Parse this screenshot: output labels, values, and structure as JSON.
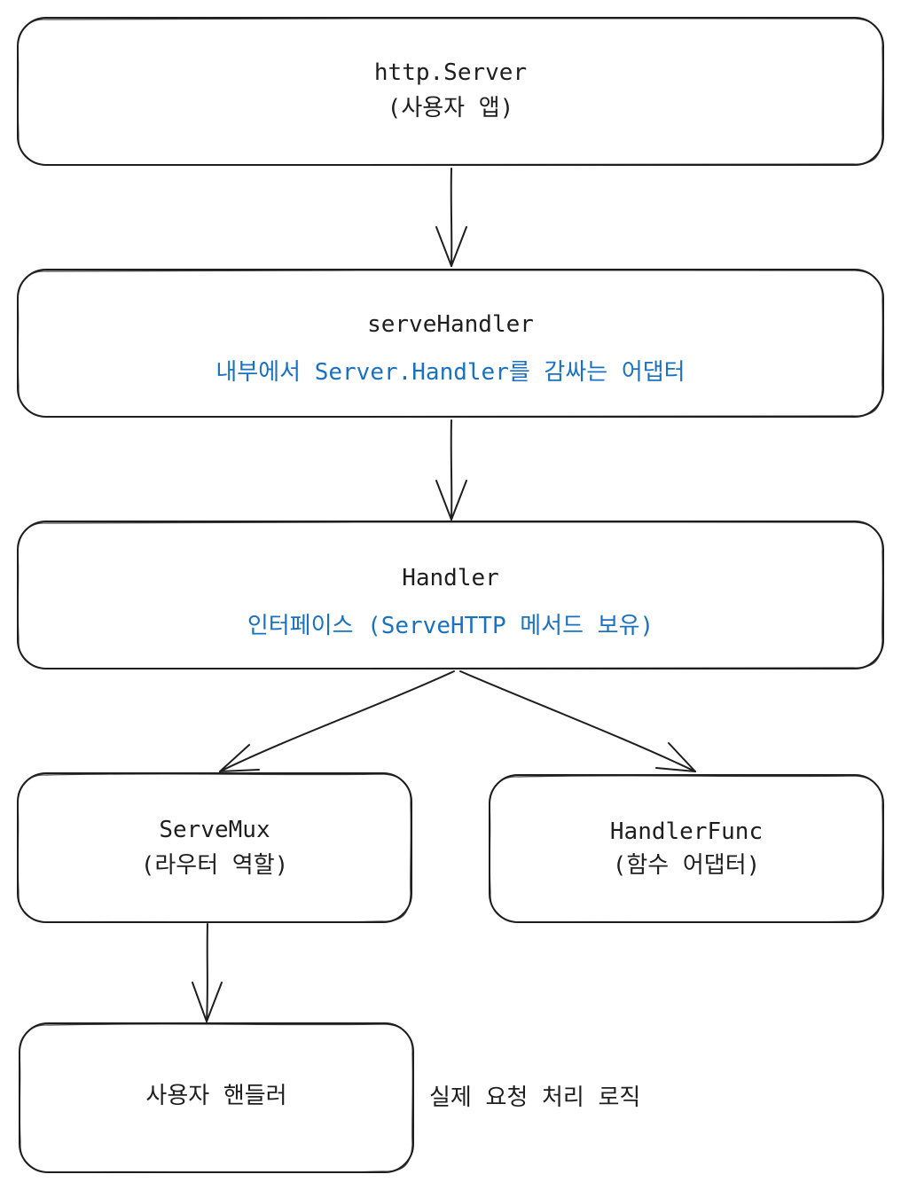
{
  "colors": {
    "stroke": "#1e1e1e",
    "text": "#1e1e1e",
    "accent_text": "#1971c2",
    "background": "#ffffff"
  },
  "nodes": {
    "http_server": {
      "title": "http.Server",
      "subtitle": "(사용자 앱)"
    },
    "serve_handler": {
      "title": "serveHandler",
      "note": "내부에서 Server.Handler를 감싸는 어댑터"
    },
    "handler": {
      "title": "Handler",
      "note": "인터페이스 (ServeHTTP 메서드 보유)"
    },
    "serve_mux": {
      "title": "ServeMux",
      "subtitle": "(라우터 역할)"
    },
    "handler_func": {
      "title": "HandlerFunc",
      "subtitle": "(함수 어댑터)"
    },
    "user_handler": {
      "title": "사용자 핸들러"
    }
  },
  "annotations": {
    "user_handler_note": "실제 요청 처리 로직"
  },
  "edges": [
    {
      "from": "http_server",
      "to": "serve_handler"
    },
    {
      "from": "serve_handler",
      "to": "handler"
    },
    {
      "from": "handler",
      "to": "serve_mux"
    },
    {
      "from": "handler",
      "to": "handler_func"
    },
    {
      "from": "serve_mux",
      "to": "user_handler"
    }
  ]
}
